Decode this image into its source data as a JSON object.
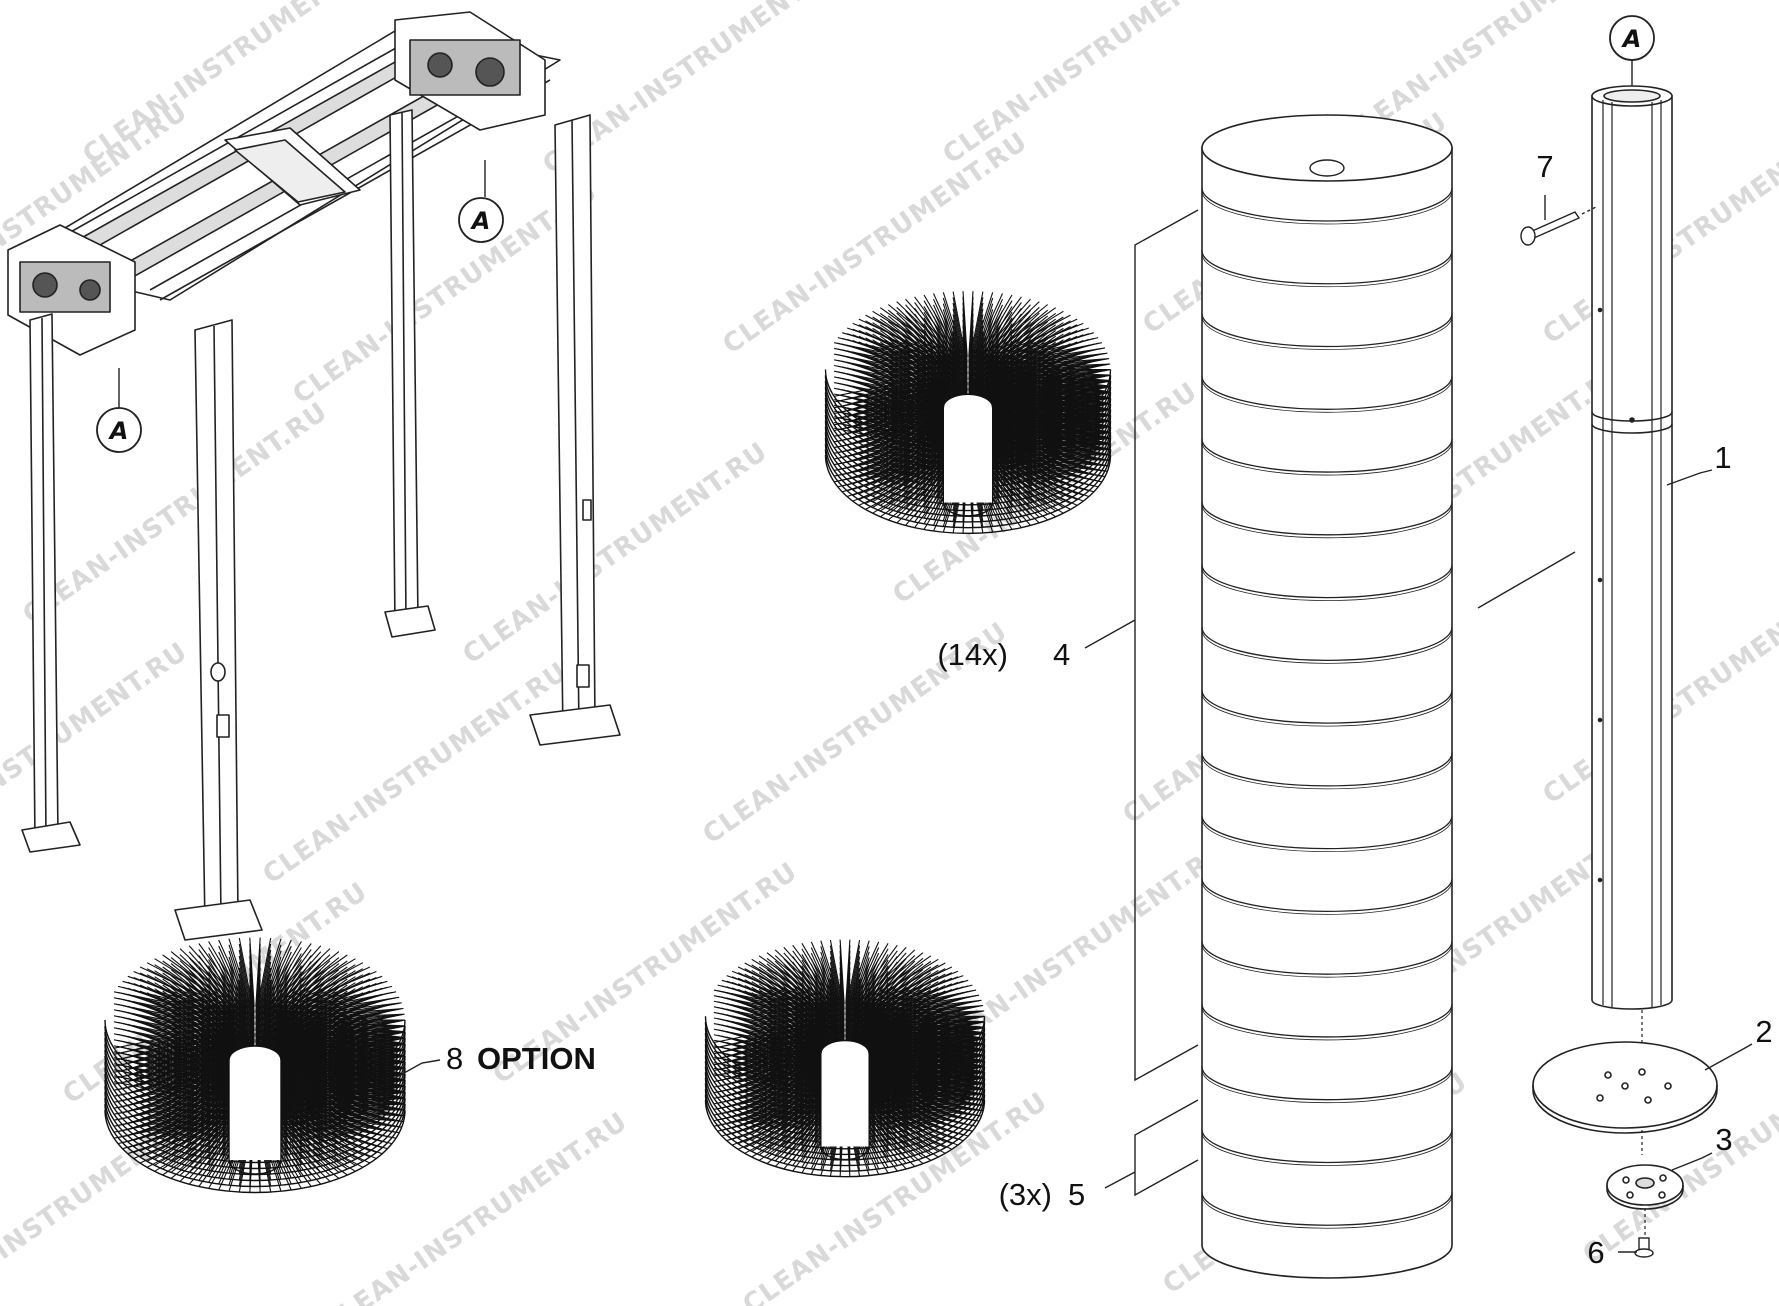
{
  "detail_marker": "A",
  "watermark": "CLEAN-INSTRUMENT.RU",
  "callouts": {
    "c1": "1",
    "c2": "2",
    "c3": "3",
    "c4_qty": "(14x)",
    "c4": "4",
    "c5_qty": "(3x)",
    "c5": "5",
    "c6": "6",
    "c7": "7",
    "c8": "8",
    "c8_note": "OPTION"
  }
}
